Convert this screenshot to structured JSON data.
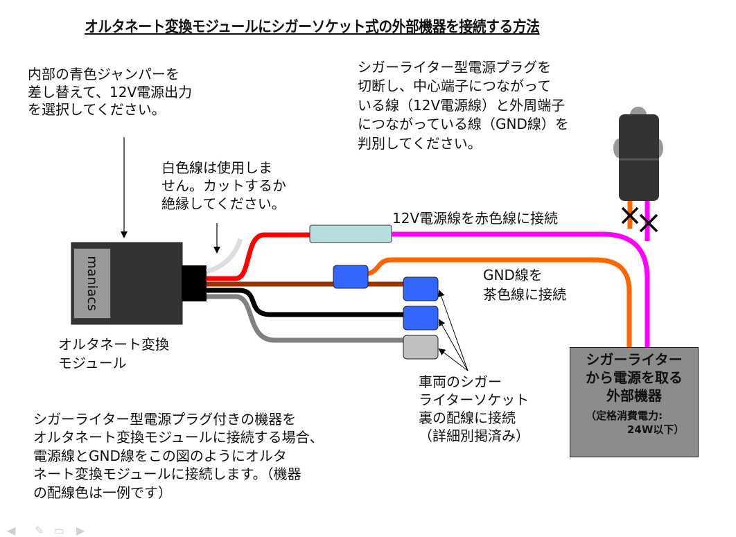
{
  "title": "オルタネート変換モジュールにシガーソケット式の外部機器を接続する方法",
  "notes": {
    "jumper": [
      "内部の青色ジャンパーを",
      "差し替えて、12V電源出力",
      "を選択してください。"
    ],
    "plug": [
      "シガーライター型電源プラグを",
      "切断し、中心端子につながって",
      "いる線（12V電源線）と外周端子",
      "につながっている線（GND線）を",
      "判別してください。"
    ],
    "white_wire": [
      "白色線は使用しま",
      "せん。カットするか",
      "絶縁してください。"
    ],
    "power_connect": "12V電源線を赤色線に接続",
    "gnd_connect": [
      "GND線を",
      "茶色線に接続"
    ],
    "vehicle_socket": [
      "車両のシガー",
      "ライターソケット",
      "裏の配線に接続",
      "（詳細別掲済み）"
    ],
    "summary": [
      "シガーライター型電源プラグ付きの機器を",
      "オルタネート変換モジュールに接続する場合、",
      "電源線とGND線をこの図のようにオルタ",
      "ネート変換モジュールに接続します。（機器",
      "の配線色は一例です）"
    ]
  },
  "module": {
    "brand": "maniacs",
    "label": [
      "オルタネート変換",
      "モジュール"
    ]
  },
  "device": {
    "title": [
      "シガーライター",
      "から電源を取る",
      "外部機器"
    ],
    "spec": [
      "（定格消費電力:",
      "24W以下）"
    ]
  },
  "wires": {
    "red": "#ff0000",
    "brown": "#993300",
    "black": "#000000",
    "gray": "#808080",
    "white": "#dddddd",
    "magenta": "#ff00ff",
    "orange": "#ff6600"
  },
  "connectors": {
    "blue": "#3366ff",
    "gray": "#c0c0c0",
    "tube": "#b8dde0"
  },
  "nav_icons": [
    "back-arrow-icon",
    "pen-icon",
    "menu-icon",
    "forward-arrow-icon"
  ]
}
